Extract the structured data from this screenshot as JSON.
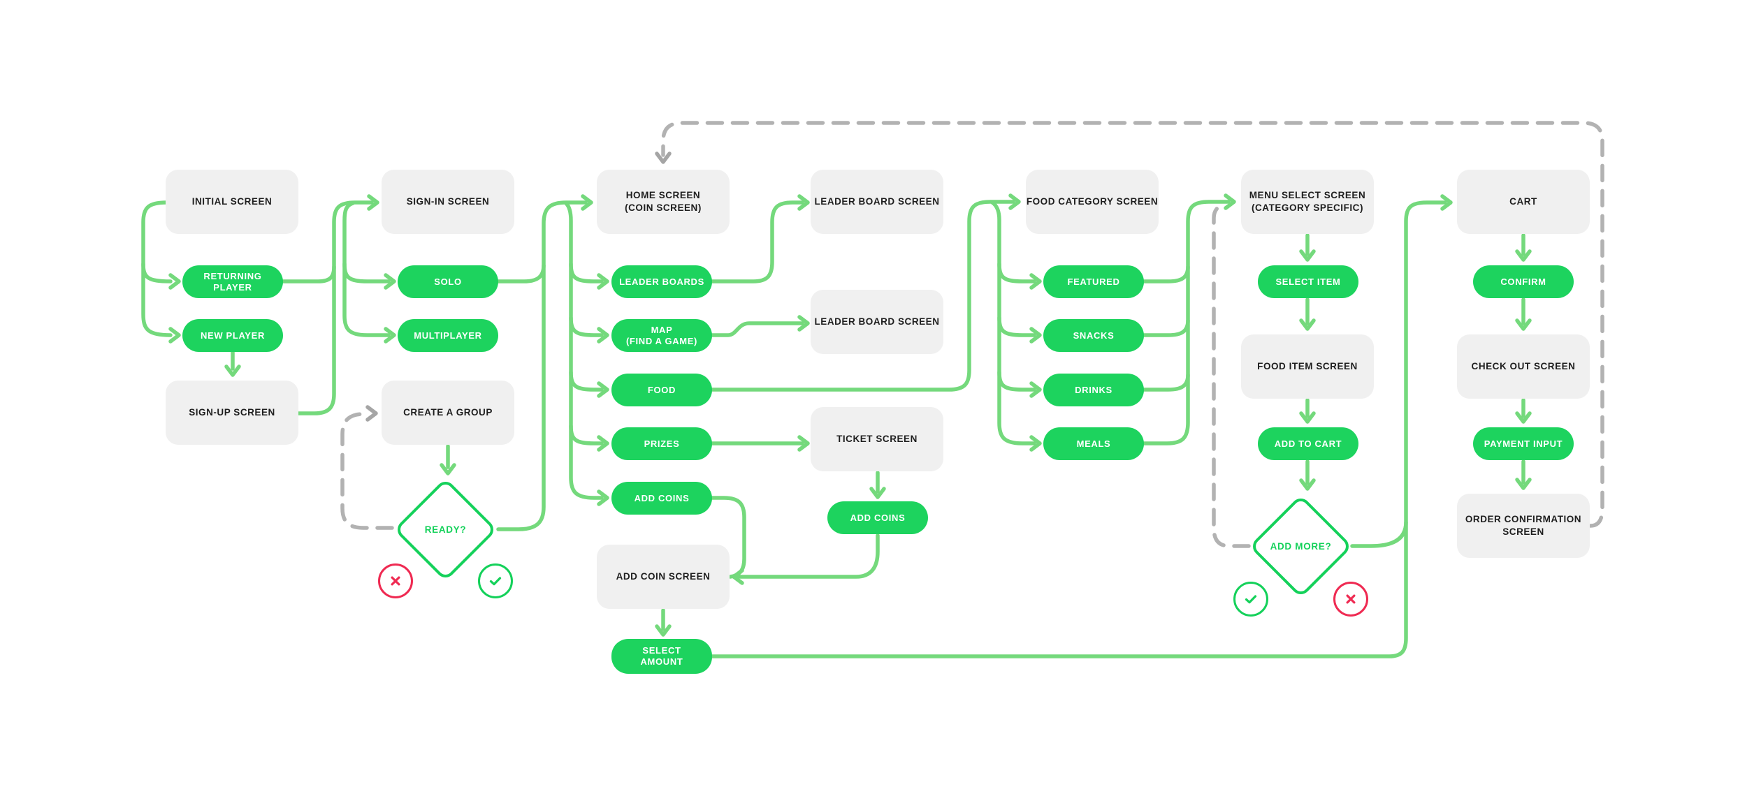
{
  "colors": {
    "pill_green": "#1dd35e",
    "connector_green": "#74d97c",
    "outline_green": "#14d15a",
    "fail_red": "#ef2a52",
    "box_gray": "#f0f0f0",
    "box_text": "#1e1e1e",
    "dash_gray": "#b2b2b2",
    "dash_arrow_gray": "#a5a5a5",
    "background": "#ffffff"
  },
  "icons": {
    "ready_fail": "x-icon",
    "ready_success": "check-icon",
    "add_more_success": "check-icon",
    "add_more_fail": "x-icon"
  },
  "nodes": {
    "initial_screen": {
      "label": "INITIAL SCREEN",
      "type": "screen"
    },
    "returning_player": {
      "label": "RETURNING\nPLAYER",
      "type": "action"
    },
    "new_player": {
      "label": "NEW PLAYER",
      "type": "action"
    },
    "signup_screen": {
      "label": "SIGN-UP SCREEN",
      "type": "screen"
    },
    "signin_screen": {
      "label": "SIGN-IN SCREEN",
      "type": "screen"
    },
    "solo": {
      "label": "SOLO",
      "type": "action"
    },
    "multiplayer": {
      "label": "MULTIPLAYER",
      "type": "action"
    },
    "create_group": {
      "label": "CREATE A GROUP",
      "type": "screen"
    },
    "ready": {
      "label": "READY?",
      "type": "decision"
    },
    "home_screen": {
      "label": "HOME SCREEN\n(COIN SCREEN)",
      "type": "screen"
    },
    "leader_boards": {
      "label": "LEADER BOARDS",
      "type": "action"
    },
    "map": {
      "label": "MAP\n(FIND A GAME)",
      "type": "action"
    },
    "food": {
      "label": "FOOD",
      "type": "action"
    },
    "prizes": {
      "label": "PRIZES",
      "type": "action"
    },
    "add_coins": {
      "label": "ADD COINS",
      "type": "action"
    },
    "leaderboard_screen_1": {
      "label": "LEADER BOARD SCREEN",
      "type": "screen"
    },
    "leaderboard_screen_2": {
      "label": "LEADER BOARD SCREEN",
      "type": "screen"
    },
    "ticket_screen": {
      "label": "TICKET SCREEN",
      "type": "screen"
    },
    "add_coins_2": {
      "label": "ADD COINS",
      "type": "action"
    },
    "add_coin_screen": {
      "label": "ADD COIN SCREEN",
      "type": "screen"
    },
    "select_amount": {
      "label": "SELECT\nAMOUNT",
      "type": "action"
    },
    "food_category_screen": {
      "label": "FOOD CATEGORY SCREEN",
      "type": "screen"
    },
    "featured": {
      "label": "FEATURED",
      "type": "action"
    },
    "snacks": {
      "label": "SNACKS",
      "type": "action"
    },
    "drinks": {
      "label": "DRINKS",
      "type": "action"
    },
    "meals": {
      "label": "MEALS",
      "type": "action"
    },
    "menu_select_screen": {
      "label": "MENU SELECT SCREEN\n(CATEGORY SPECIFIC)",
      "type": "screen"
    },
    "select_item": {
      "label": "SELECT ITEM",
      "type": "action"
    },
    "food_item_screen": {
      "label": "FOOD ITEM SCREEN",
      "type": "screen"
    },
    "add_to_cart": {
      "label": "ADD TO CART",
      "type": "action"
    },
    "add_more": {
      "label": "ADD MORE?",
      "type": "decision"
    },
    "cart": {
      "label": "CART",
      "type": "screen"
    },
    "confirm": {
      "label": "CONFIRM",
      "type": "action"
    },
    "checkout_screen": {
      "label": "CHECK OUT SCREEN",
      "type": "screen"
    },
    "payment_input": {
      "label": "PAYMENT INPUT",
      "type": "action"
    },
    "order_confirmation_screen": {
      "label": "ORDER CONFIRMATION\nSCREEN",
      "type": "screen"
    }
  }
}
